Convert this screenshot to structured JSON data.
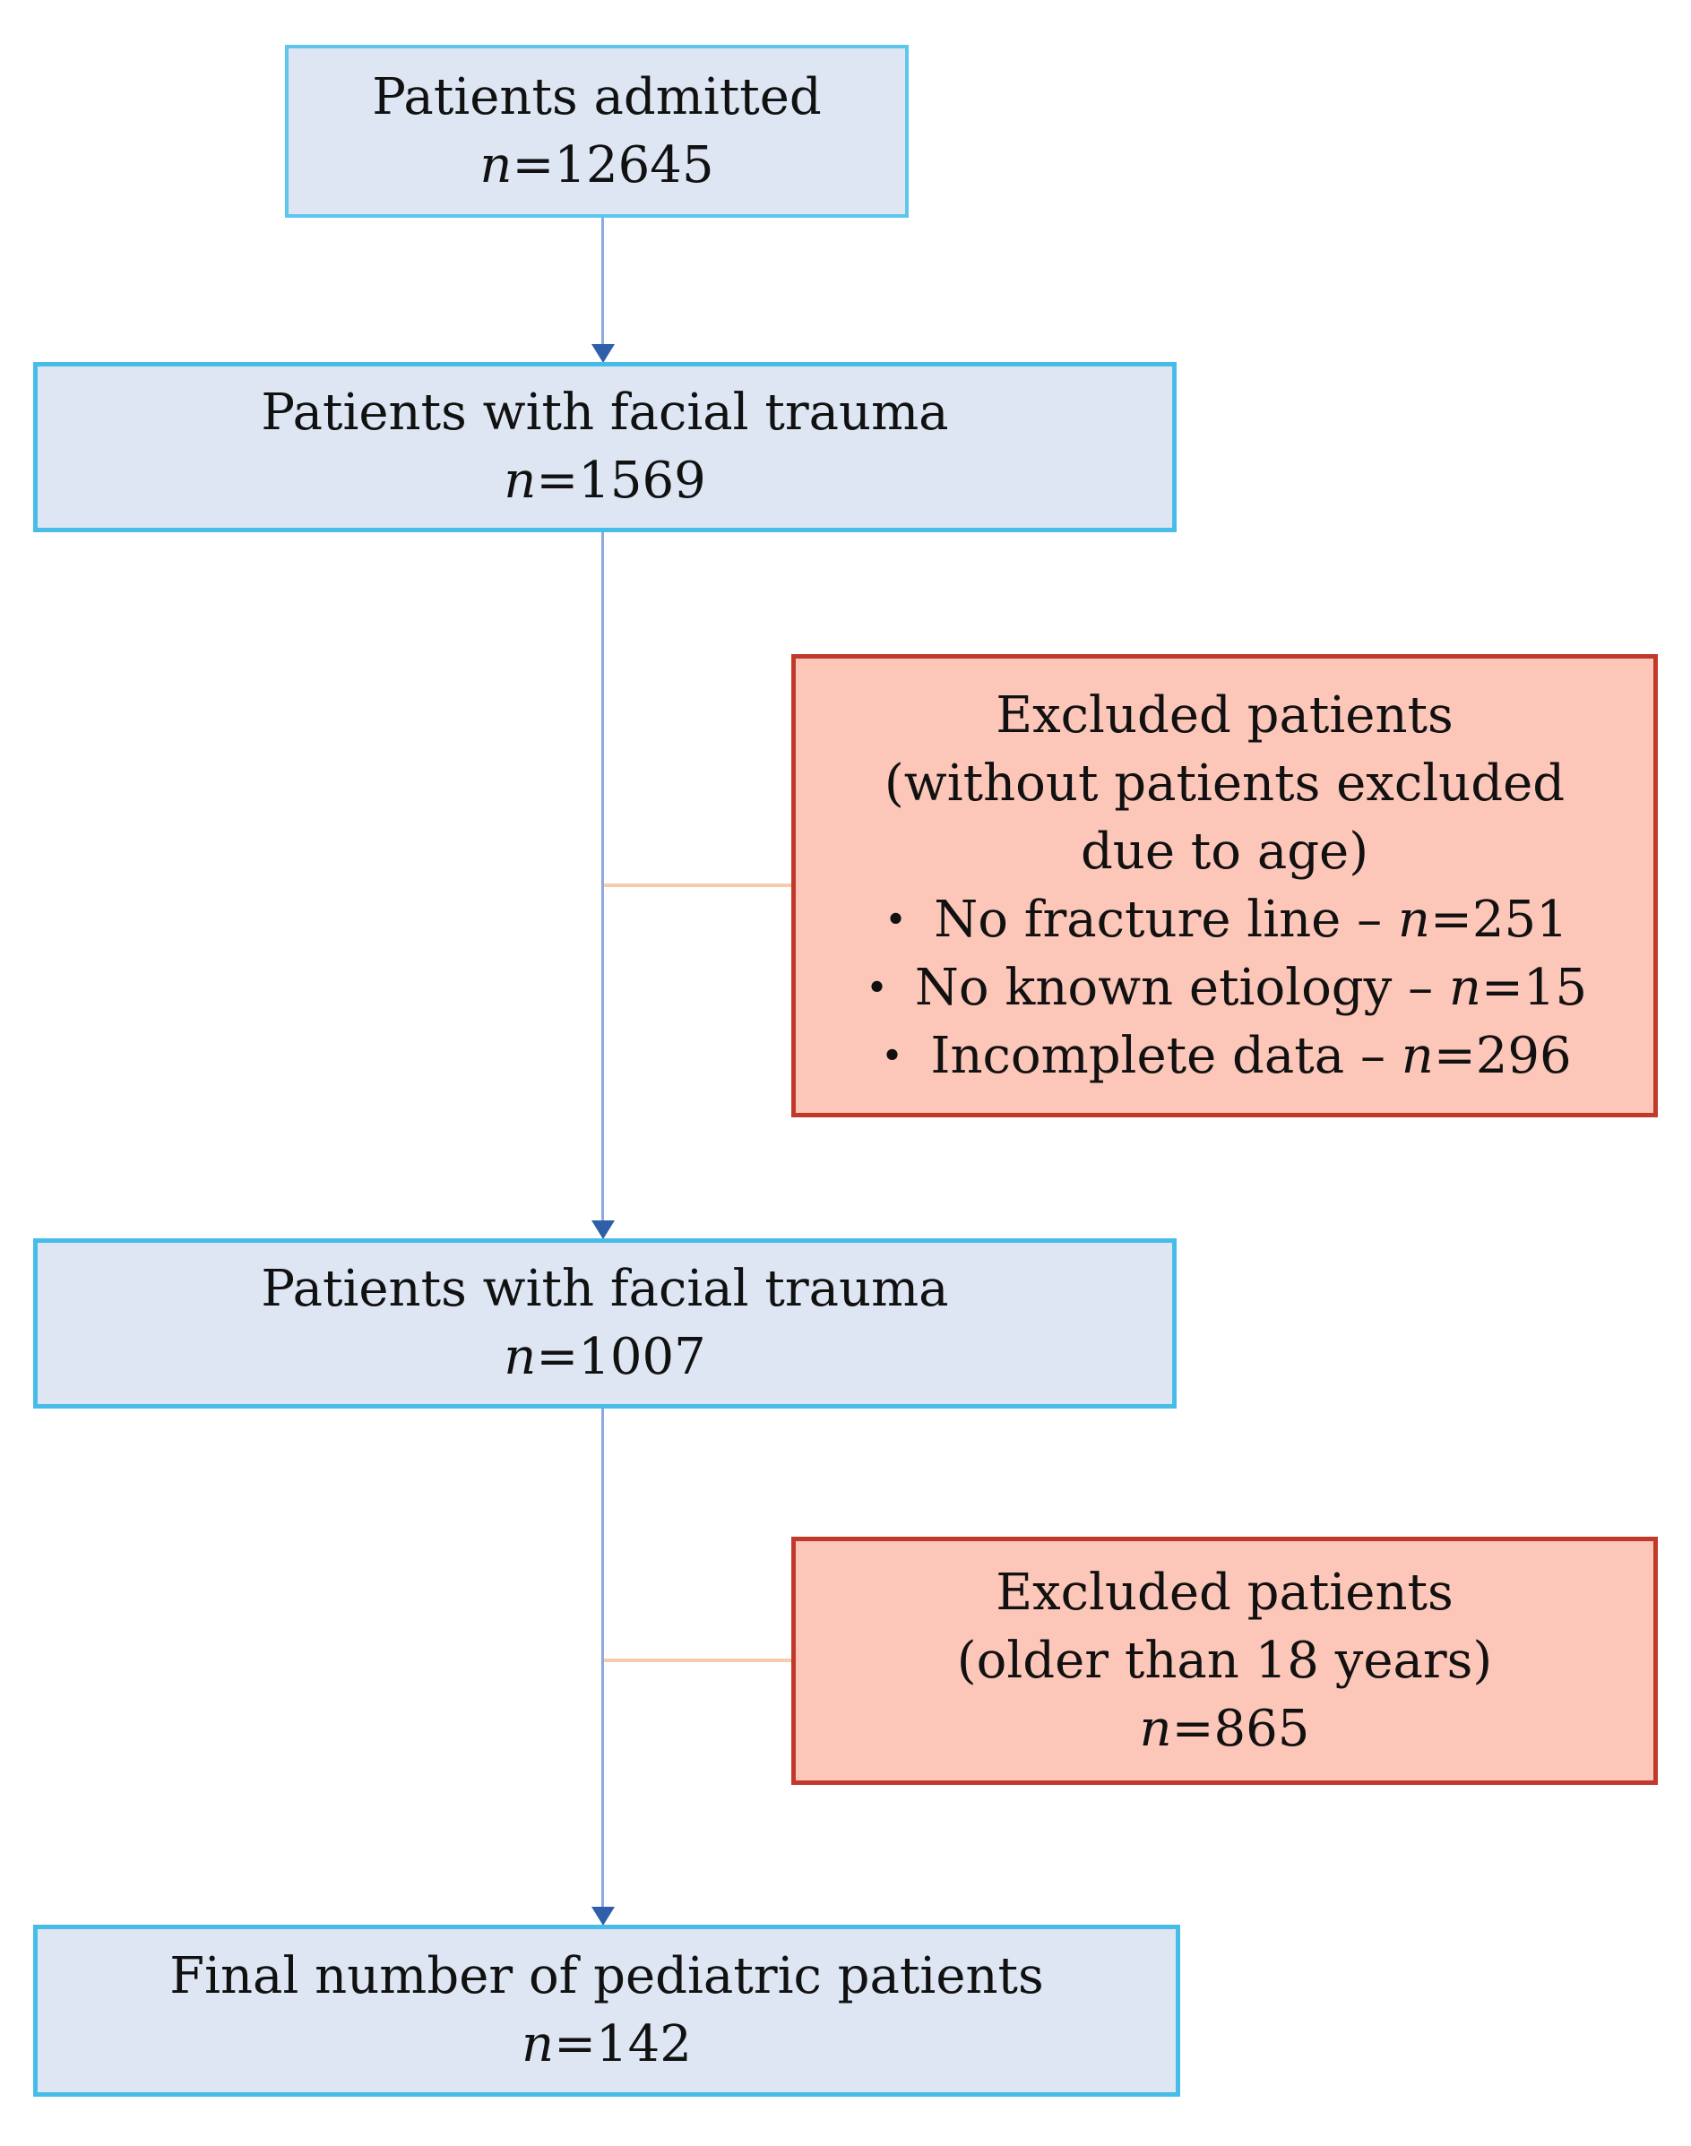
{
  "figure": {
    "type": "patient-flow-diagram",
    "boxes": {
      "admitted": {
        "title": "Patients admitted",
        "n_label": "n",
        "n_value": "=12645"
      },
      "facial_trauma_1": {
        "title": "Patients with facial trauma",
        "n_label": "n",
        "n_value": "=1569"
      },
      "excluded_1": {
        "title_lines": [
          "Excluded patients",
          "(without patients excluded",
          "due to age)"
        ],
        "bullets": [
          {
            "bullet": "•",
            "text": "No fracture line – ",
            "n_label": "n",
            "n_value": "=251"
          },
          {
            "bullet": "•",
            "text": "No known etiology – ",
            "n_label": "n",
            "n_value": "=15"
          },
          {
            "bullet": "•",
            "text": "Incomplete data – ",
            "n_label": "n",
            "n_value": "=296"
          }
        ]
      },
      "facial_trauma_2": {
        "title": "Patients with facial trauma",
        "n_label": "n",
        "n_value": "=1007"
      },
      "excluded_2": {
        "title_lines": [
          "Excluded patients",
          "(older than 18 years)"
        ],
        "n_label": "n",
        "n_value": "=865"
      },
      "final": {
        "title": "Final number of pediatric patients",
        "n_label": "n",
        "n_value": "=142"
      }
    },
    "colors": {
      "blue_box_fill": "#dde6f2",
      "blue_box_border": "#47bce9",
      "red_box_fill": "#fcc6b8",
      "red_box_border": "#c0392b",
      "arrow_line": "#8ea9dc",
      "arrow_head": "#2e5fa8",
      "exclusion_connector": "#f8cbad",
      "text": "#111111",
      "background": "#ffffff"
    }
  }
}
